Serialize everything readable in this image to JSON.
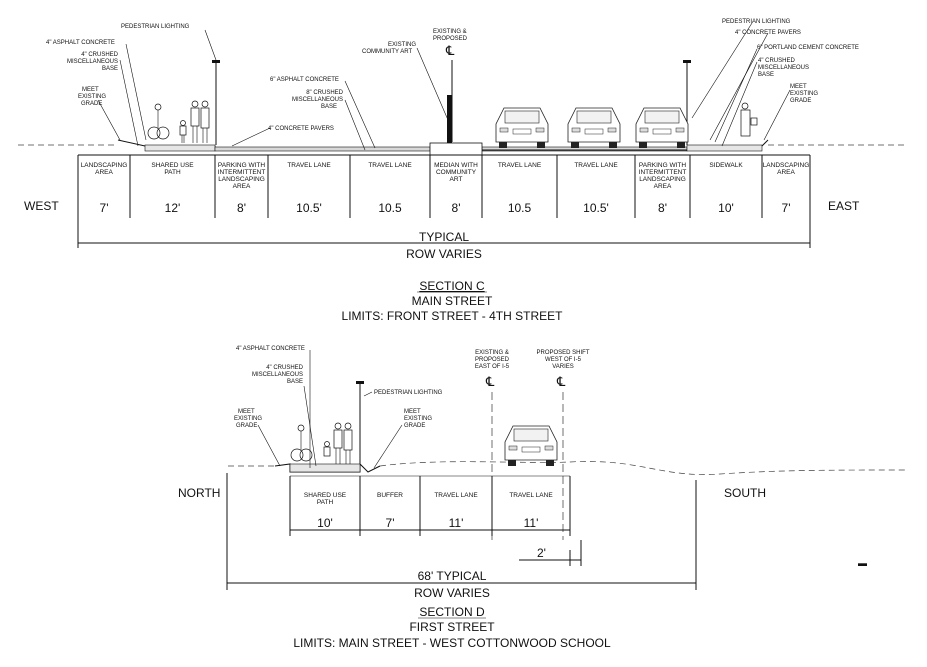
{
  "sectionC": {
    "west": "WEST",
    "east": "EAST",
    "zones": [
      {
        "label": [
          "LANDSCAPING",
          "AREA"
        ],
        "width": "7'"
      },
      {
        "label": [
          "SHARED USE",
          "PATH"
        ],
        "width": "12'"
      },
      {
        "label": [
          "PARKING WITH",
          "INTERMITTENT",
          "LANDSCAPING",
          "AREA"
        ],
        "width": "8'"
      },
      {
        "label": [
          "TRAVEL LANE"
        ],
        "width": "10.5'"
      },
      {
        "label": [
          "TRAVEL LANE"
        ],
        "width": "10.5"
      },
      {
        "label": [
          "MEDIAN WITH",
          "COMMUNITY",
          "ART"
        ],
        "width": "8'"
      },
      {
        "label": [
          "TRAVEL LANE"
        ],
        "width": "10.5"
      },
      {
        "label": [
          "TRAVEL LANE"
        ],
        "width": "10.5'"
      },
      {
        "label": [
          "PARKING WITH",
          "INTERMITTENT",
          "LANDSCAPING",
          "AREA"
        ],
        "width": "8'"
      },
      {
        "label": [
          "SIDEWALK"
        ],
        "width": "10'"
      },
      {
        "label": [
          "LANDSCAPING",
          "AREA"
        ],
        "width": "7'"
      }
    ],
    "typical": "TYPICAL",
    "row": "ROW VARIES",
    "title": "SECTION C",
    "street": "MAIN STREET",
    "limits": "LIMITS: FRONT STREET - 4TH STREET",
    "callouts": {
      "ped_light_left": "PEDESTRIAN LIGHTING",
      "asphalt_4": "4\" ASPHALT CONCRETE",
      "crushed_4": [
        "4\" CRUSHED",
        "MISCELLANEOUS",
        "BASE"
      ],
      "meet_left": [
        "MEET",
        "EXISTING",
        "GRADE"
      ],
      "asphalt_6": "6\" ASPHALT CONCRETE",
      "crushed_8": [
        "8\" CRUSHED",
        "MISCELLANEOUS",
        "BASE"
      ],
      "pavers_left": "4\" CONCRETE PAVERS",
      "community_art": [
        "EXISTING",
        "COMMUNITY ART"
      ],
      "centerline": [
        "EXISTING &",
        "PROPOSED"
      ],
      "ped_light_right": "PEDESTRIAN LIGHTING",
      "pavers_right": "4\" CONCRETE PAVERS",
      "portland": "6\" PORTLAND CEMENT CONCRETE",
      "crushed_4_right": [
        "4\" CRUSHED",
        "MISCELLANEOUS",
        "BASE"
      ],
      "meet_right": [
        "MEET",
        "EXISTING",
        "GRADE"
      ]
    }
  },
  "sectionD": {
    "north": "NORTH",
    "south": "SOUTH",
    "zones": [
      {
        "label": [
          "SHARED USE",
          "PATH"
        ],
        "width": "10'"
      },
      {
        "label": [
          "BUFFER"
        ],
        "width": "7'"
      },
      {
        "label": [
          "TRAVEL LANE"
        ],
        "width": "11'"
      },
      {
        "label": [
          "TRAVEL LANE"
        ],
        "width": "11'"
      }
    ],
    "shift": "2'",
    "typical": "68'  TYPICAL",
    "row": "ROW VARIES",
    "title": "SECTION D",
    "street": "FIRST STREET",
    "limits": "LIMITS: MAIN STREET - WEST COTTONWOOD SCHOOL",
    "callouts": {
      "asphalt_4": "4\" ASPHALT CONCRETE",
      "crushed_4": [
        "4\" CRUSHED",
        "MISCELLANEOUS",
        "BASE"
      ],
      "ped_light": "PEDESTRIAN LIGHTING",
      "meet_left": [
        "MEET",
        "EXISTING",
        "GRADE"
      ],
      "meet_right": [
        "MEET",
        "EXISTING",
        "GRADE"
      ],
      "cl_existing": [
        "EXISTING &",
        "PROPOSED",
        "EAST OF I-5"
      ],
      "cl_shift": [
        "PROPOSED SHIFT",
        "WEST OF I-5",
        "VARIES"
      ]
    }
  },
  "centerline_symbol": "℄"
}
